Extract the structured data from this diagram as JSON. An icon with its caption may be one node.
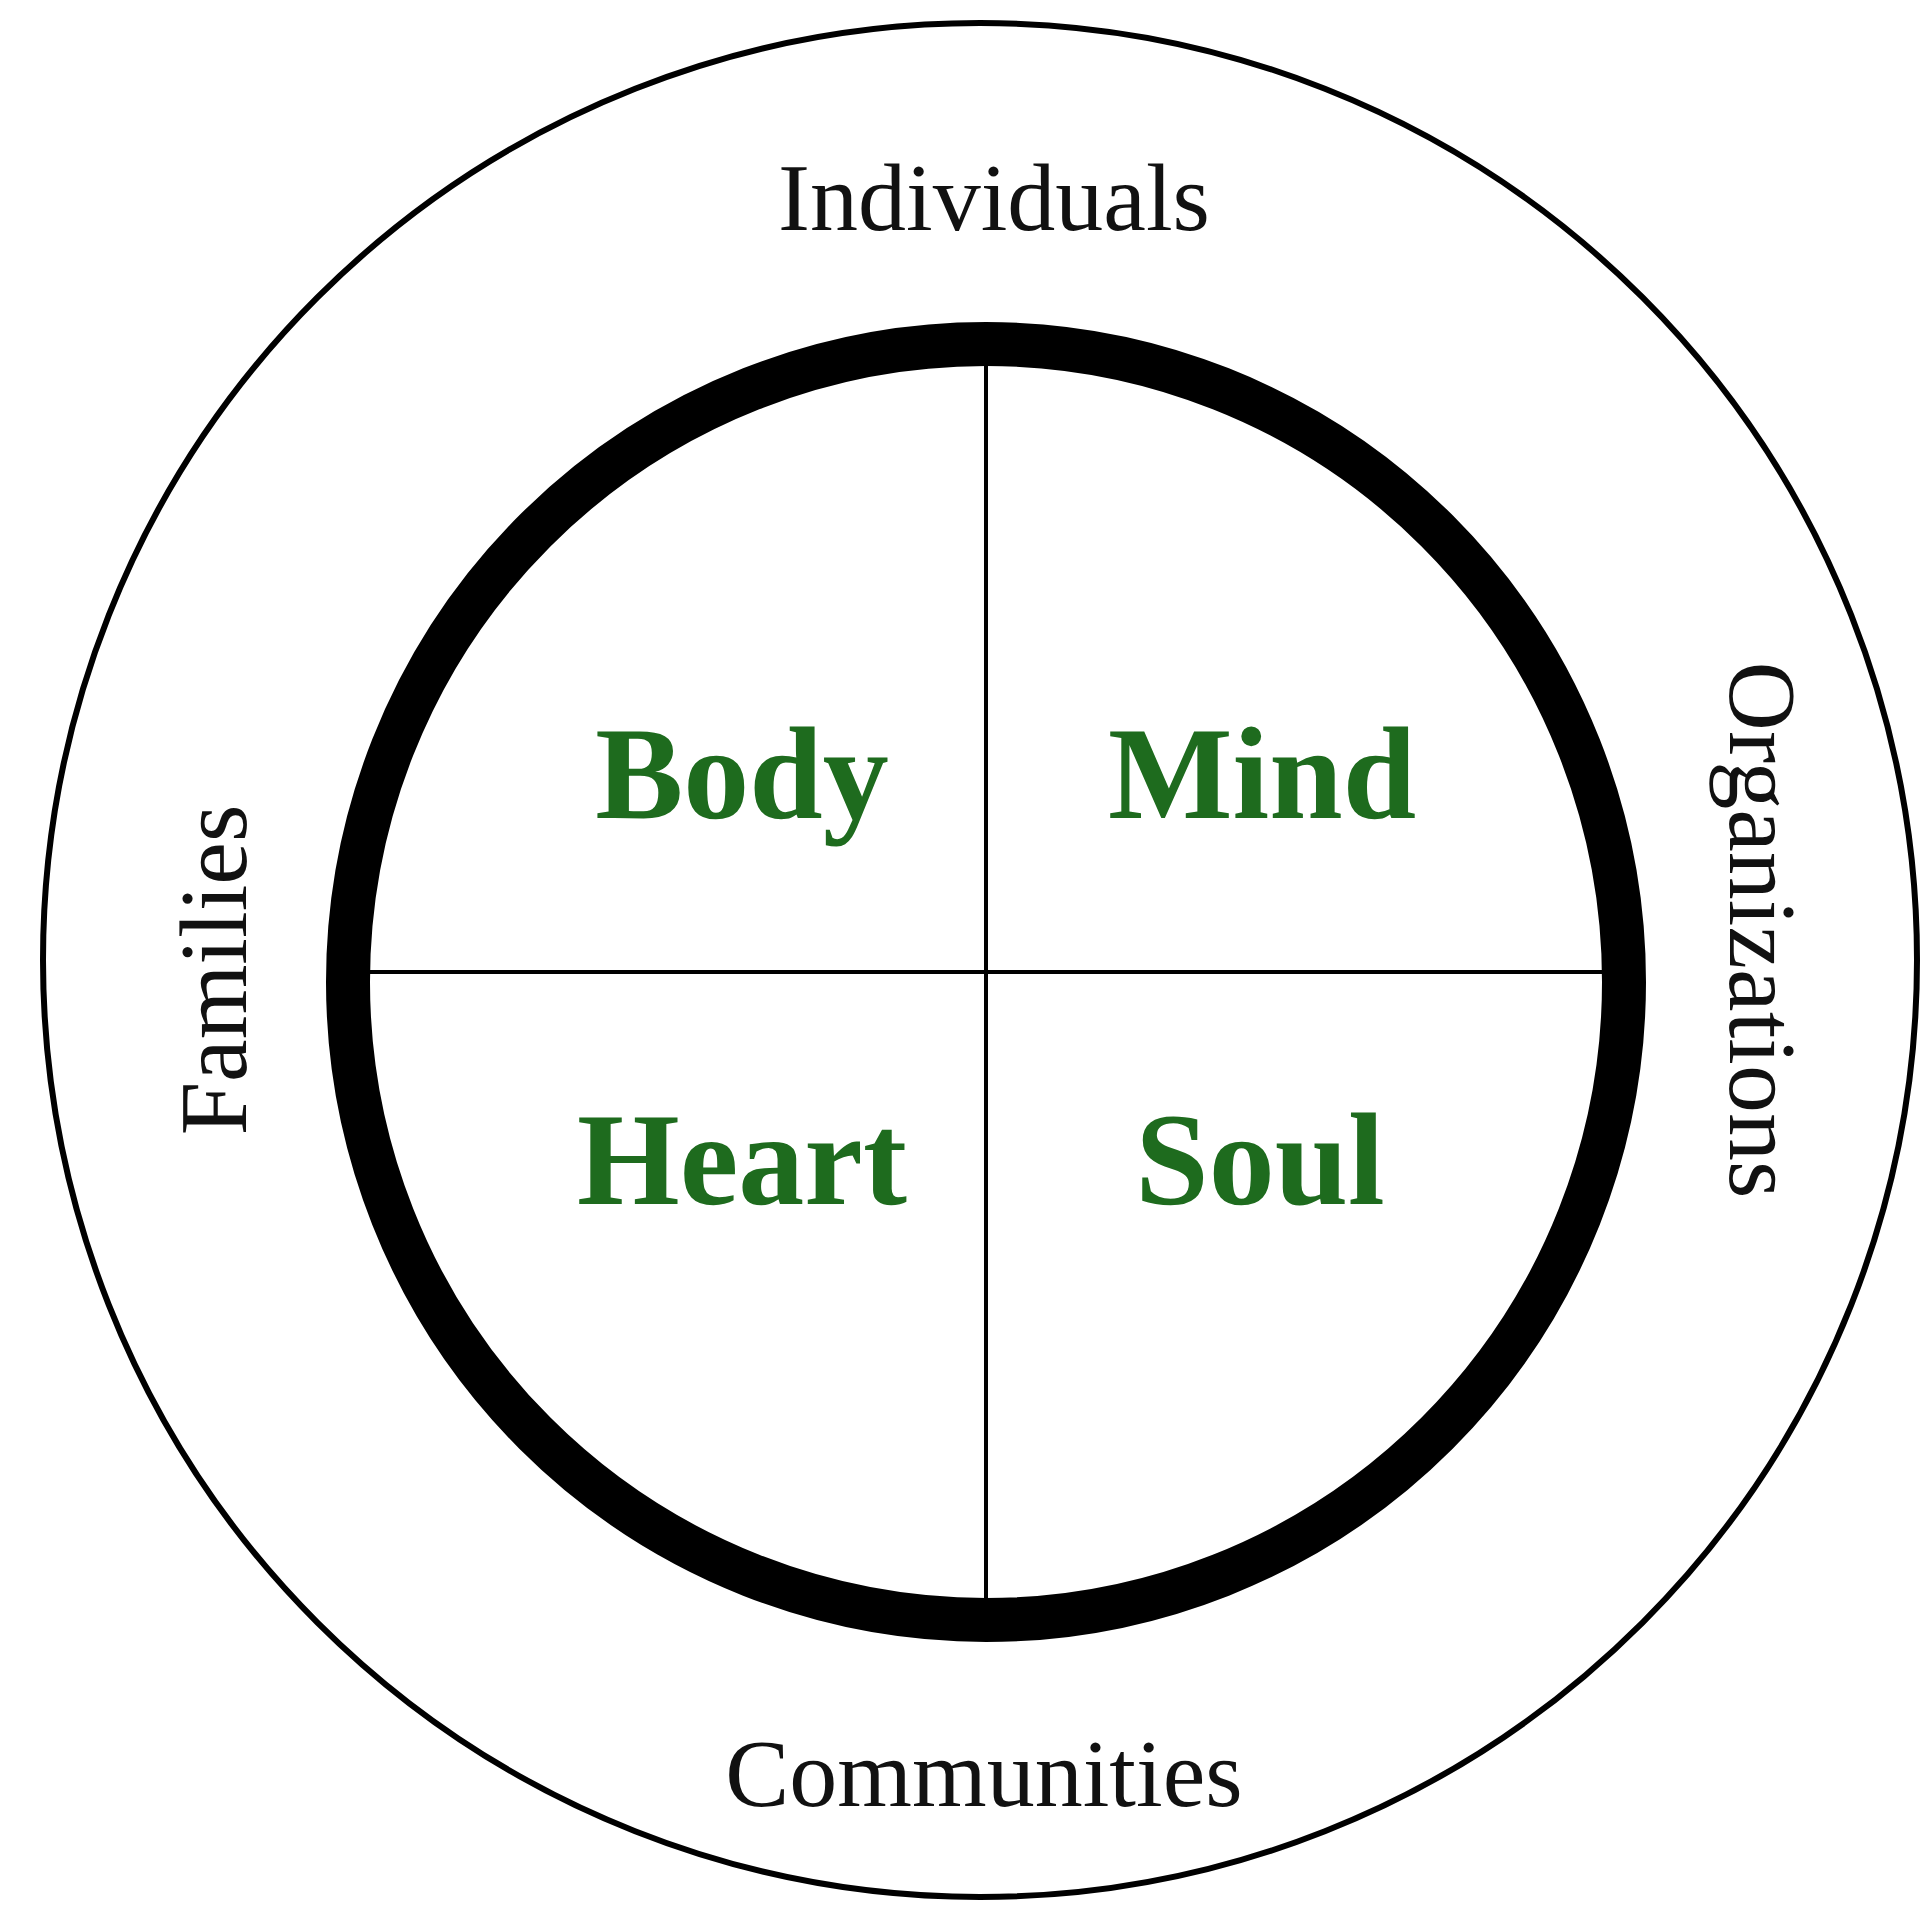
{
  "diagram": {
    "nodes": [
      {
        "text": [
          "Individuals",
          "Families",
          "Organizations",
          "Communities"
        ]
      },
      {
        "text": [],
        "shape": "circle",
        "in": 0
      },
      {
        "text": [
          "Body"
        ],
        "in": 1
      },
      {
        "text": [
          "Mind"
        ],
        "in": 1
      },
      {
        "text": [
          "Heart"
        ],
        "in": 1
      },
      {
        "text": [
          "Soul"
        ],
        "in": 1
      }
    ],
    "edges": []
  }
}
